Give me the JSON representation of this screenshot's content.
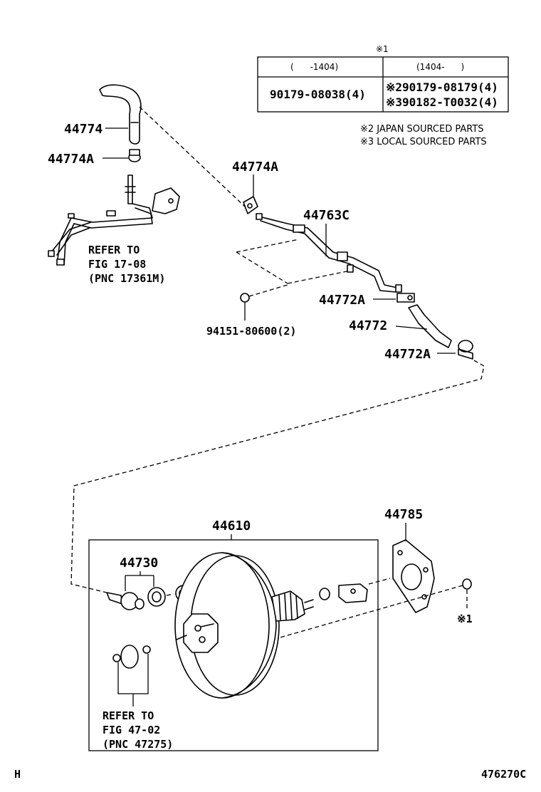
{
  "table": {
    "marker": "※1",
    "col1_header": "(      -1404)",
    "col2_header": "(1404-      )",
    "col1_value": "90179-08038(4)",
    "col2_value_1": "※290179-08179(4)",
    "col2_value_2": "※390182-T0032(4)"
  },
  "notes": {
    "note_2": "※2 JAPAN SOURCED PARTS",
    "note_3": "※3 LOCAL SOURCED PARTS"
  },
  "labels": {
    "p44774": "44774",
    "p44774A_left": "44774A",
    "p44774A_right": "44774A",
    "p44763C": "44763C",
    "p44772A_upper": "44772A",
    "p44772": "44772",
    "p44772A_lower": "44772A",
    "p94151": "94151-80600(2)",
    "p44610": "44610",
    "p44785": "44785",
    "p44730": "44730",
    "marker_1": "※1"
  },
  "refs": {
    "ref1_line1": "REFER TO",
    "ref1_line2": "FIG 17-08",
    "ref1_line3": "(PNC 17361M)",
    "ref2_line1": "REFER TO",
    "ref2_line2": "FIG 47-02",
    "ref2_line3": "(PNC 47275)"
  },
  "footer": {
    "left_code": "H",
    "figure_id": "476270C"
  }
}
